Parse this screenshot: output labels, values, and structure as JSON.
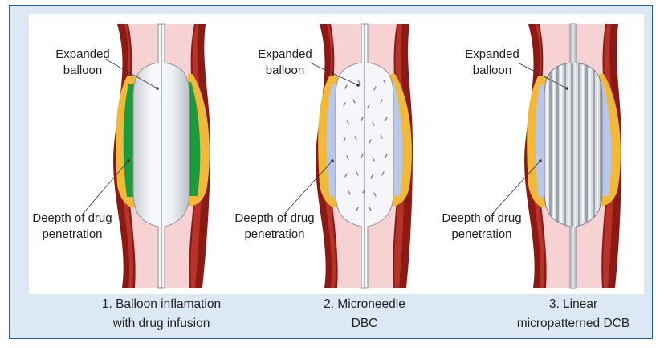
{
  "panels": [
    {
      "expanded_label_1": "Expanded",
      "expanded_label_2": "balloon",
      "depth_label_1": "Deepth of drug",
      "depth_label_2": "penetration",
      "caption_1": "1. Balloon inflamation",
      "caption_2": "with drug infusion"
    },
    {
      "expanded_label_1": "Expanded",
      "expanded_label_2": "balloon",
      "depth_label_1": "Deepth of drug",
      "depth_label_2": "penetration",
      "caption_1": "2. Microneedle",
      "caption_2": "DBC"
    },
    {
      "expanded_label_1": "Expanded",
      "expanded_label_2": "balloon",
      "depth_label_1": "Deepth of drug",
      "depth_label_2": "penetration",
      "caption_1": "3. Linear",
      "caption_2": "micropatterned DCB"
    }
  ],
  "colors": {
    "frame_border": "#1f5fa8",
    "frame_fill": "#dce9f5",
    "vessel_wall": "#8b1a14",
    "vessel_wall_inner": "#b8322a",
    "lumen": "#f6d2d2",
    "plaque": "#f0b93a",
    "drug_green": "#1e9a3a",
    "drug_blue": "#b9c8ea",
    "balloon": "#f4f4f6"
  }
}
